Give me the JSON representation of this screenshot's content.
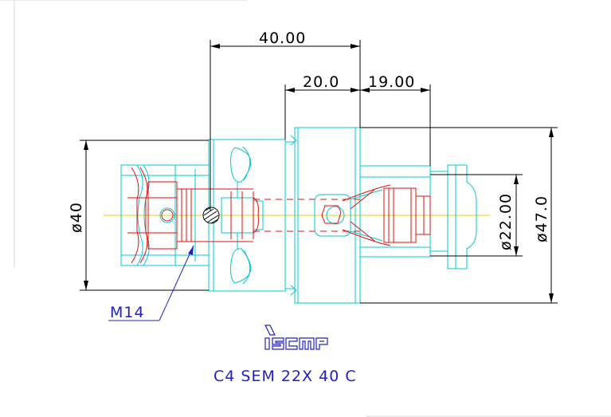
{
  "drawing": {
    "dimensions": {
      "top_length": "40.00",
      "mid_left": "20.0",
      "mid_right": "19.00",
      "left_diameter": "ø40",
      "inner_diameter": "ø22.00",
      "right_diameter": "ø47.0"
    },
    "thread_label": "M14",
    "designation": "C4 SEM 22X 40 C"
  },
  "colors": {
    "outline": "#00c8d2",
    "hidden": "#e01010",
    "centerline": "#e8d000",
    "annotation": "#2020c8",
    "dimension": "#000000"
  }
}
